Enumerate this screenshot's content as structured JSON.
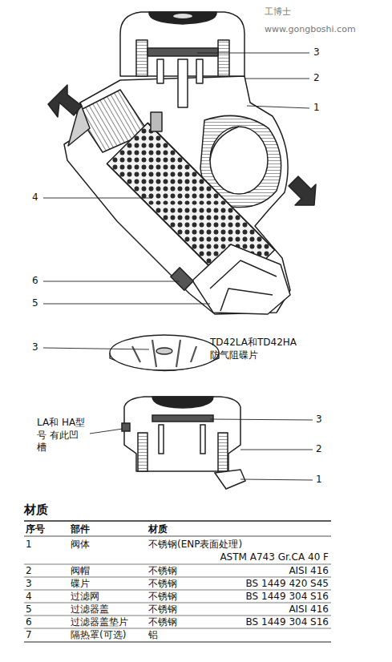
{
  "diagram": {
    "title": "材质",
    "labels": [
      "3",
      "2",
      "1",
      "4",
      "6",
      "5",
      "3",
      "TD42LA和TD42HA 防气阻碟片",
      "LA和 HA型号 有此凹槽",
      "3",
      "2",
      "1",
      "序号",
      "部件",
      "材质",
      "1",
      "阀体",
      "不锈钢(ENP表面处理)",
      "ASTM A743 Gr.CA 40 F",
      "2",
      "阀帽",
      "不锈钢",
      "AISI 416",
      "3",
      "碟片",
      "不锈钢",
      "BS 1449 420 S45",
      "4",
      "过滤网",
      "不锈钢",
      "BS 1449 304 S16",
      "5",
      "过滤器盖",
      "不锈钢",
      "AISI 416",
      "6",
      "过滤器盖垫片",
      "不锈钢",
      "BS 1449 304 S16",
      "7",
      "隔热罩(可选)",
      "铝",
      "工博士",
      "www.gongboshi.com"
    ]
  }
}
